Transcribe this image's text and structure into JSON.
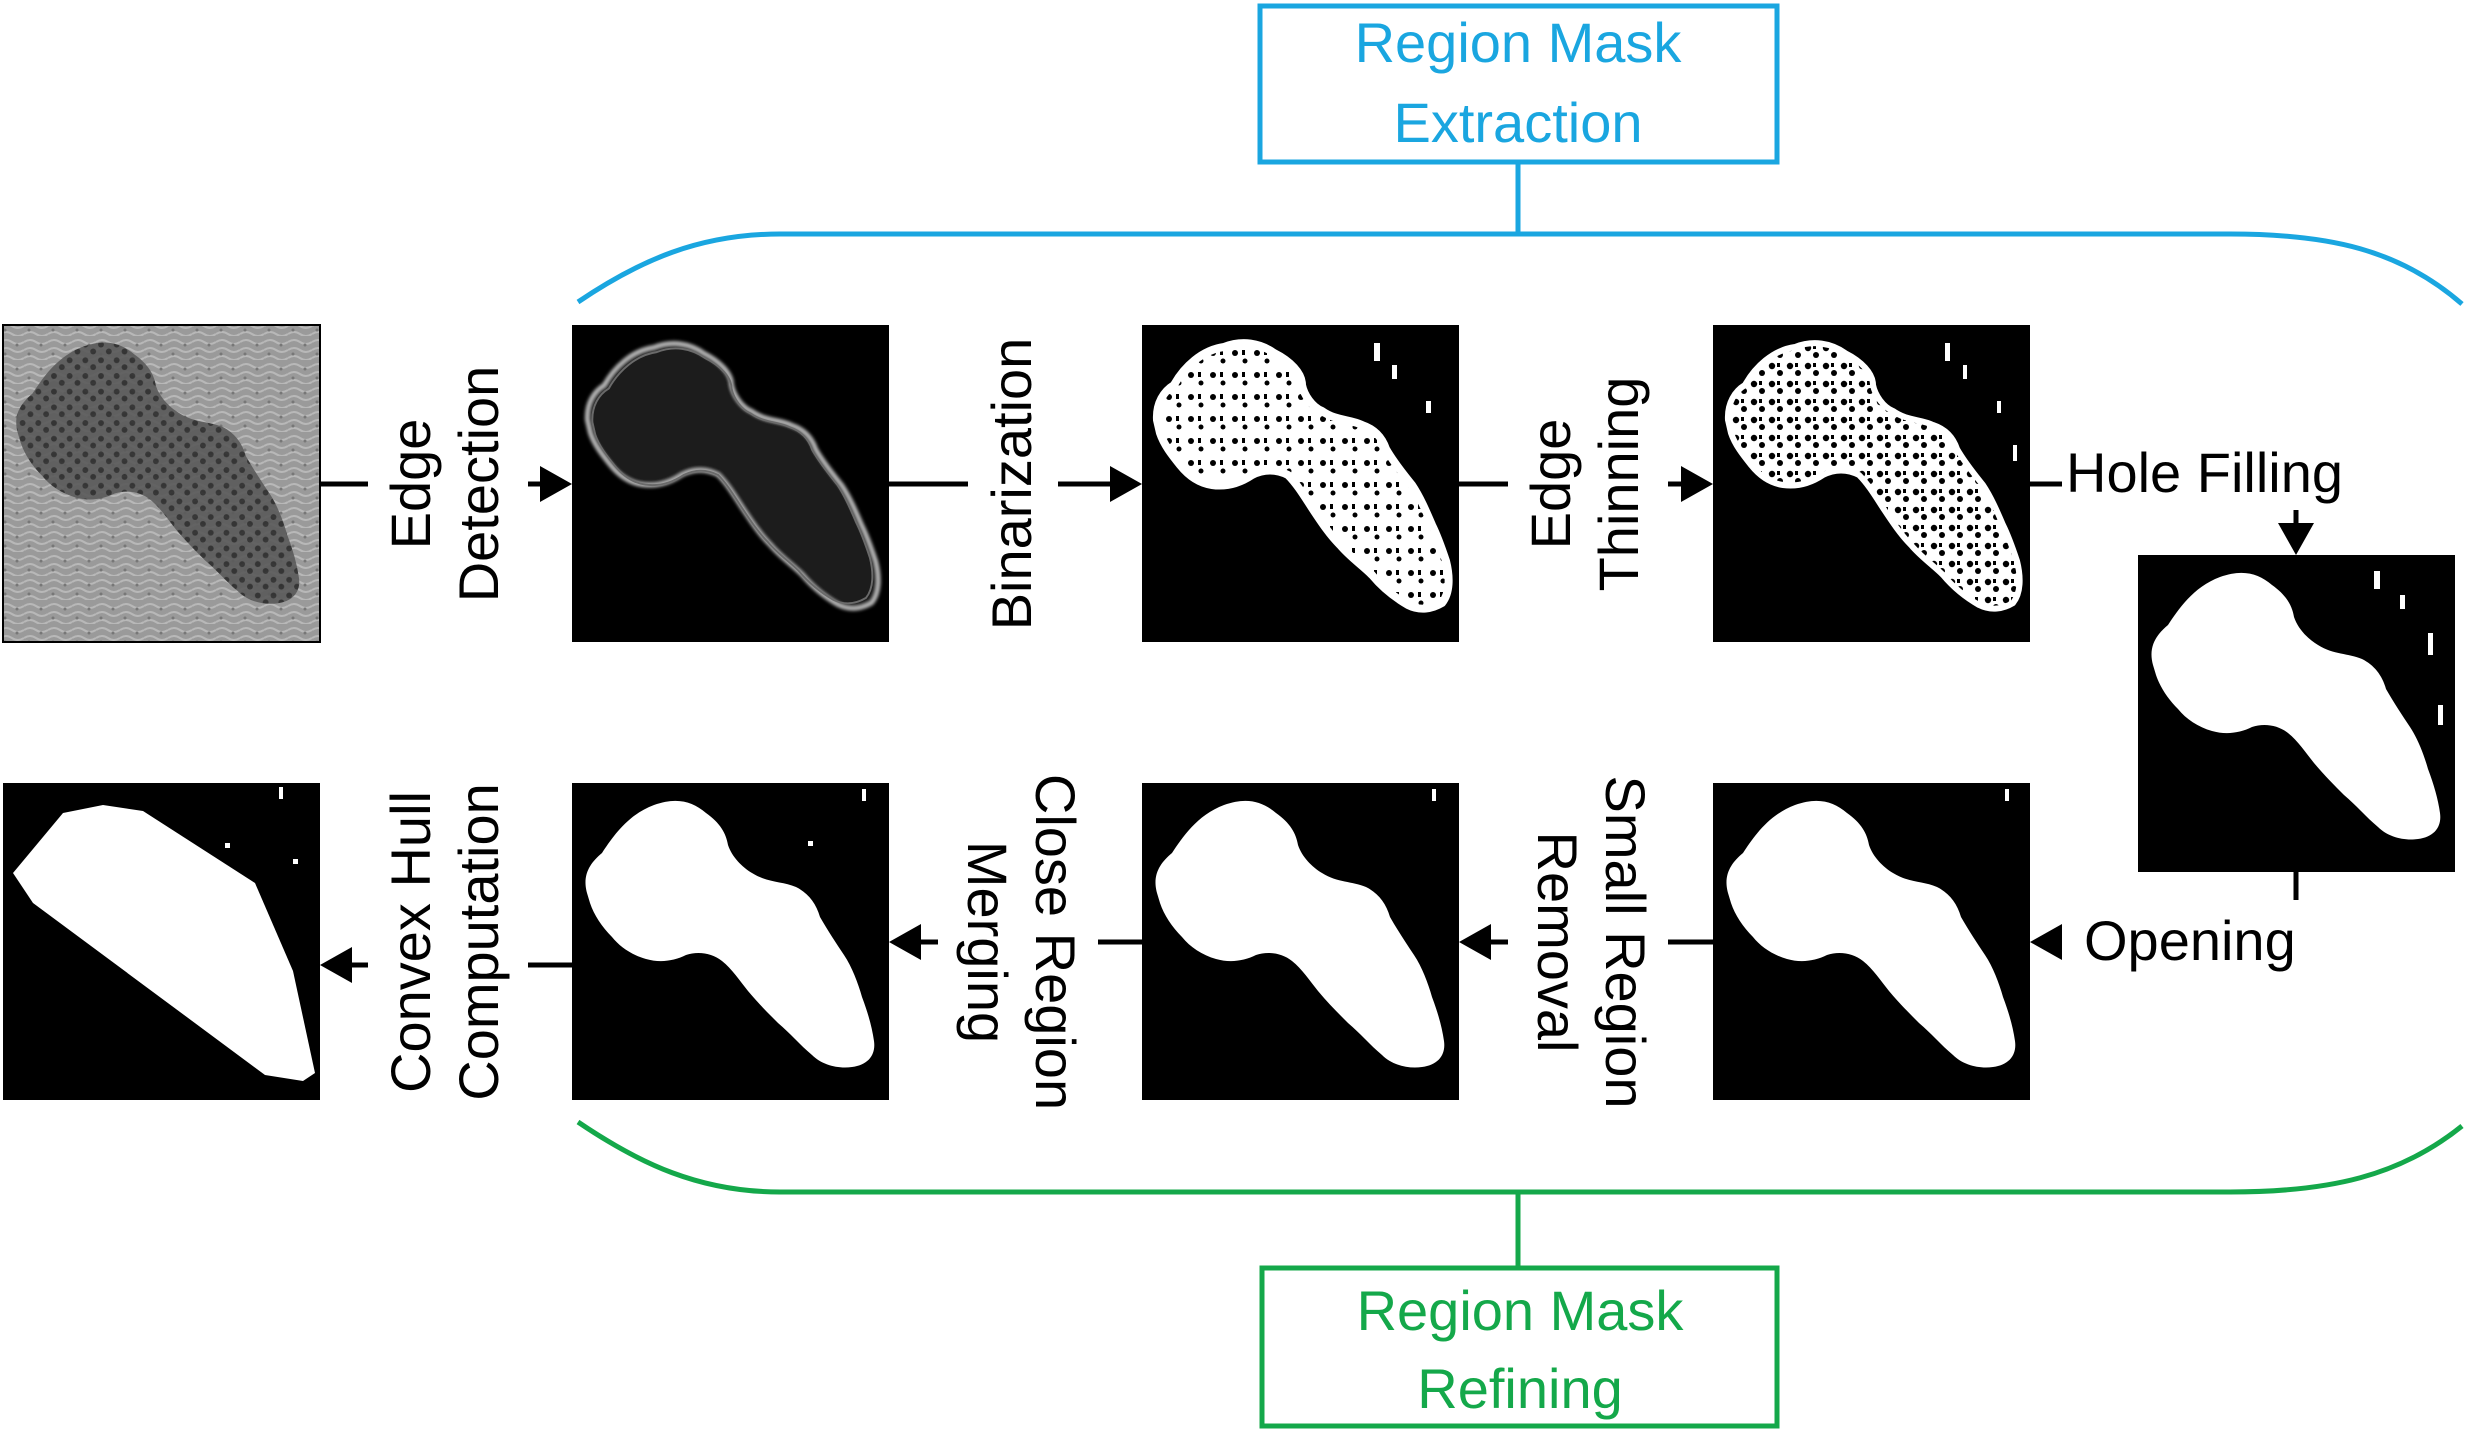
{
  "colors": {
    "extraction": "#1aa6e0",
    "refining": "#14a84a",
    "arrow": "#000000",
    "tile_background": "#000000",
    "mask": "#ffffff"
  },
  "groups": {
    "extraction": {
      "line1": "Region Mask",
      "line2": "Extraction"
    },
    "refining": {
      "line1": "Region Mask",
      "line2": "Refining"
    }
  },
  "steps": {
    "edge_detection": {
      "line1": "Edge",
      "line2": "Detection"
    },
    "binarization": {
      "line1": "Binarization"
    },
    "edge_thinning": {
      "line1": "Edge",
      "line2": "Thinning"
    },
    "hole_filling": {
      "line1": "Hole Filling"
    },
    "opening": {
      "line1": "Opening"
    },
    "small_region_removal": {
      "line1": "Small Region",
      "line2": "Removal"
    },
    "close_region_merging": {
      "line1": "Close Region",
      "line2": "Merging"
    },
    "convex_hull": {
      "line1": "Convex Hull",
      "line2": "Computation"
    }
  },
  "images": {
    "input": "grayscale-texture-image",
    "edge_map": "edge-magnitude-image",
    "binary": "binarized-edge-image",
    "thinned": "thinned-edge-image",
    "filled": "hole-filled-mask",
    "opened": "opened-mask",
    "small_removed": "small-region-removed-mask",
    "merged": "merged-region-mask",
    "hull": "convex-hull-mask"
  }
}
